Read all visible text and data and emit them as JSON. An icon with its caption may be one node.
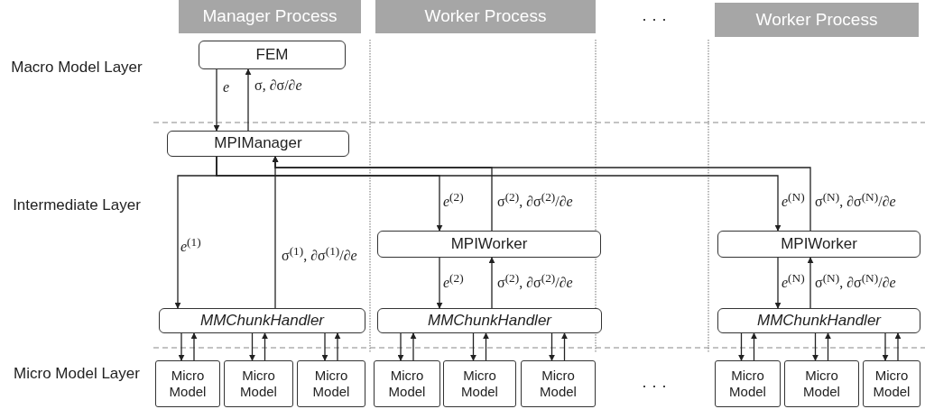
{
  "diagram": {
    "nodes": [
      {
        "text": [
          "Manager Process"
        ]
      },
      {
        "text": [
          "Worker Process"
        ]
      },
      {
        "text": [
          "Worker Process"
        ]
      },
      {
        "text": [
          "FEM"
        ]
      },
      {
        "text": [
          "MPIManager"
        ]
      },
      {
        "text": [
          "MMChunkHandler"
        ]
      },
      {
        "text": [
          "Micro Model"
        ]
      },
      {
        "text": [
          "Micro Model"
        ]
      },
      {
        "text": [
          "Micro Model"
        ]
      },
      {
        "text": [
          "MPIWorker"
        ]
      },
      {
        "text": [
          "MMChunkHandler"
        ]
      },
      {
        "text": [
          "Micro Model"
        ]
      },
      {
        "text": [
          "Micro Model"
        ]
      },
      {
        "text": [
          "Micro Model"
        ]
      },
      {
        "text": [
          "MPIWorker"
        ]
      },
      {
        "text": [
          "MMChunkHandler"
        ]
      },
      {
        "text": [
          "Micro Model"
        ]
      },
      {
        "text": [
          "Micro Model"
        ]
      },
      {
        "text": [
          "Micro Model"
        ]
      }
    ],
    "edges": [
      {
        "from": 3,
        "to": 4,
        "arrow": "to",
        "label": "*e*"
      },
      {
        "from": 4,
        "to": 3,
        "arrow": "to",
        "label": "σ, ∂σ/∂*e*"
      },
      {
        "from": 4,
        "to": 5,
        "arrow": "to",
        "label": "*e*$^{(1)}$"
      },
      {
        "from": 4,
        "to": 9,
        "arrow": "to",
        "label": "*e*$^{(2)}$"
      },
      {
        "from": 4,
        "to": 14,
        "arrow": "to",
        "label": "*e*$^{(N)}$"
      },
      {
        "from": 5,
        "to": 4,
        "arrow": "to",
        "label": "σ$^{(1)}$, ∂σ$^{(1)}$/∂*e*"
      },
      {
        "from": 9,
        "to": 4,
        "arrow": "to",
        "label": "σ$^{(2)}$, ∂σ$^{(2)}$/∂*e*"
      },
      {
        "from": 14,
        "to": 4,
        "arrow": "to",
        "label": "σ$^{(N)}$, ∂σ$^{(N)}$/∂*e*"
      },
      {
        "from": 9,
        "to": 10,
        "arrow": "to",
        "label": "*e*$^{(2)}$"
      },
      {
        "from": 10,
        "to": 9,
        "arrow": "to",
        "label": "σ$^{(2)}$, ∂σ$^{(2)}$/∂*e*"
      },
      {
        "from": 14,
        "to": 15,
        "arrow": "to",
        "label": "*e*$^{(N)}$"
      },
      {
        "from": 15,
        "to": 14,
        "arrow": "to",
        "label": "σ$^{(N)}$, ∂σ$^{(N)}$/∂*e*"
      },
      {
        "from": 5,
        "to": 6,
        "arrow": "to"
      },
      {
        "from": 6,
        "to": 5,
        "arrow": "to"
      },
      {
        "from": 5,
        "to": 7,
        "arrow": "to"
      },
      {
        "from": 7,
        "to": 5,
        "arrow": "to"
      },
      {
        "from": 5,
        "to": 8,
        "arrow": "to"
      },
      {
        "from": 8,
        "to": 5,
        "arrow": "to"
      },
      {
        "from": 10,
        "to": 11,
        "arrow": "to"
      },
      {
        "from": 11,
        "to": 10,
        "arrow": "to"
      },
      {
        "from": 10,
        "to": 12,
        "arrow": "to"
      },
      {
        "from": 12,
        "to": 10,
        "arrow": "to"
      },
      {
        "from": 10,
        "to": 13,
        "arrow": "to"
      },
      {
        "from": 13,
        "to": 10,
        "arrow": "to"
      },
      {
        "from": 15,
        "to": 16,
        "arrow": "to"
      },
      {
        "from": 16,
        "to": 15,
        "arrow": "to"
      },
      {
        "from": 15,
        "to": 17,
        "arrow": "to"
      },
      {
        "from": 17,
        "to": 15,
        "arrow": "to"
      },
      {
        "from": 15,
        "to": 18,
        "arrow": "to"
      },
      {
        "from": 18,
        "to": 15,
        "arrow": "to"
      }
    ],
    "labels": [
      "· · ·",
      "Macro Model Layer",
      "Intermediate Layer",
      "Micro Model Layer",
      "· · ·"
    ]
  }
}
